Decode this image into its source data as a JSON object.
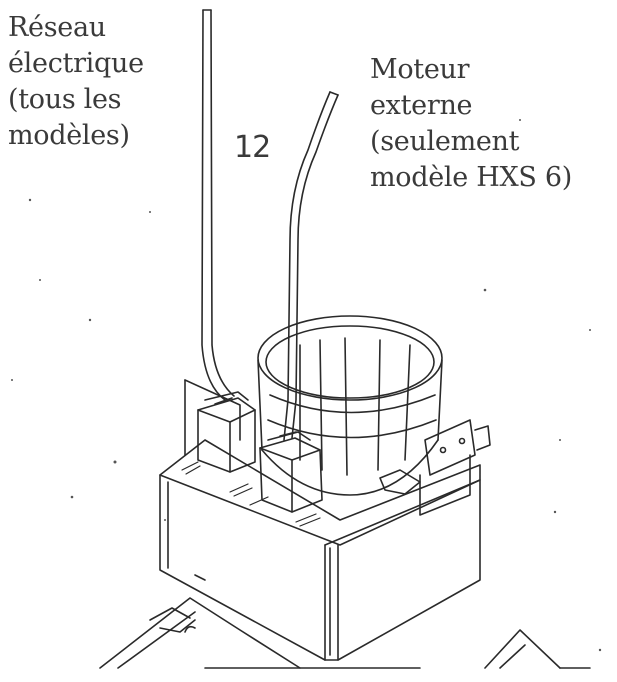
{
  "labels": {
    "left": [
      "Réseau",
      "électrique",
      "(tous les",
      "modèles)"
    ],
    "right": [
      "Moteur",
      "externe",
      "(seulement",
      "modèle HXS 6)"
    ],
    "number": "12"
  },
  "colors": {
    "ink": "#3a3a3a",
    "line": "#2a2a2a",
    "background": "#ffffff"
  }
}
